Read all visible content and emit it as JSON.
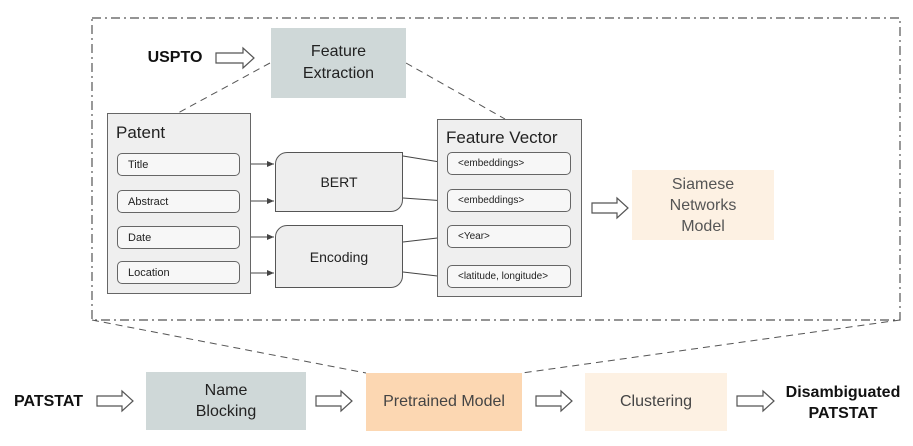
{
  "top": {
    "uspto": "USPTO",
    "feature_extraction": [
      "Feature",
      "Extraction"
    ]
  },
  "patent": {
    "title": "Patent",
    "fields": [
      "Title",
      "Abstract",
      "Date",
      "Location"
    ]
  },
  "models": {
    "bert": "BERT",
    "encoding": "Encoding"
  },
  "feature_vector": {
    "title": "Feature Vector",
    "entries": [
      "<embeddings>",
      "<embeddings>",
      "<Year>",
      "<latitude, longitude>"
    ]
  },
  "siamese": [
    "Siamese",
    "Networks",
    "Model"
  ],
  "bottom": {
    "patstat": "PATSTAT",
    "name_blocking": [
      "Name",
      "Blocking"
    ],
    "pretrained": "Pretrained Model",
    "clustering": "Clustering",
    "output": [
      "Disambiguated",
      "PATSTAT"
    ]
  },
  "colors": {
    "feature_extraction_bg": "#cfd8d8",
    "name_blocking_bg": "#cfd8d8",
    "siamese_bg": "#fdf1e3",
    "pretrained_bg": "#fcd7b2",
    "clustering_bg": "#fdf1e3",
    "panel_bg": "#efefef"
  }
}
